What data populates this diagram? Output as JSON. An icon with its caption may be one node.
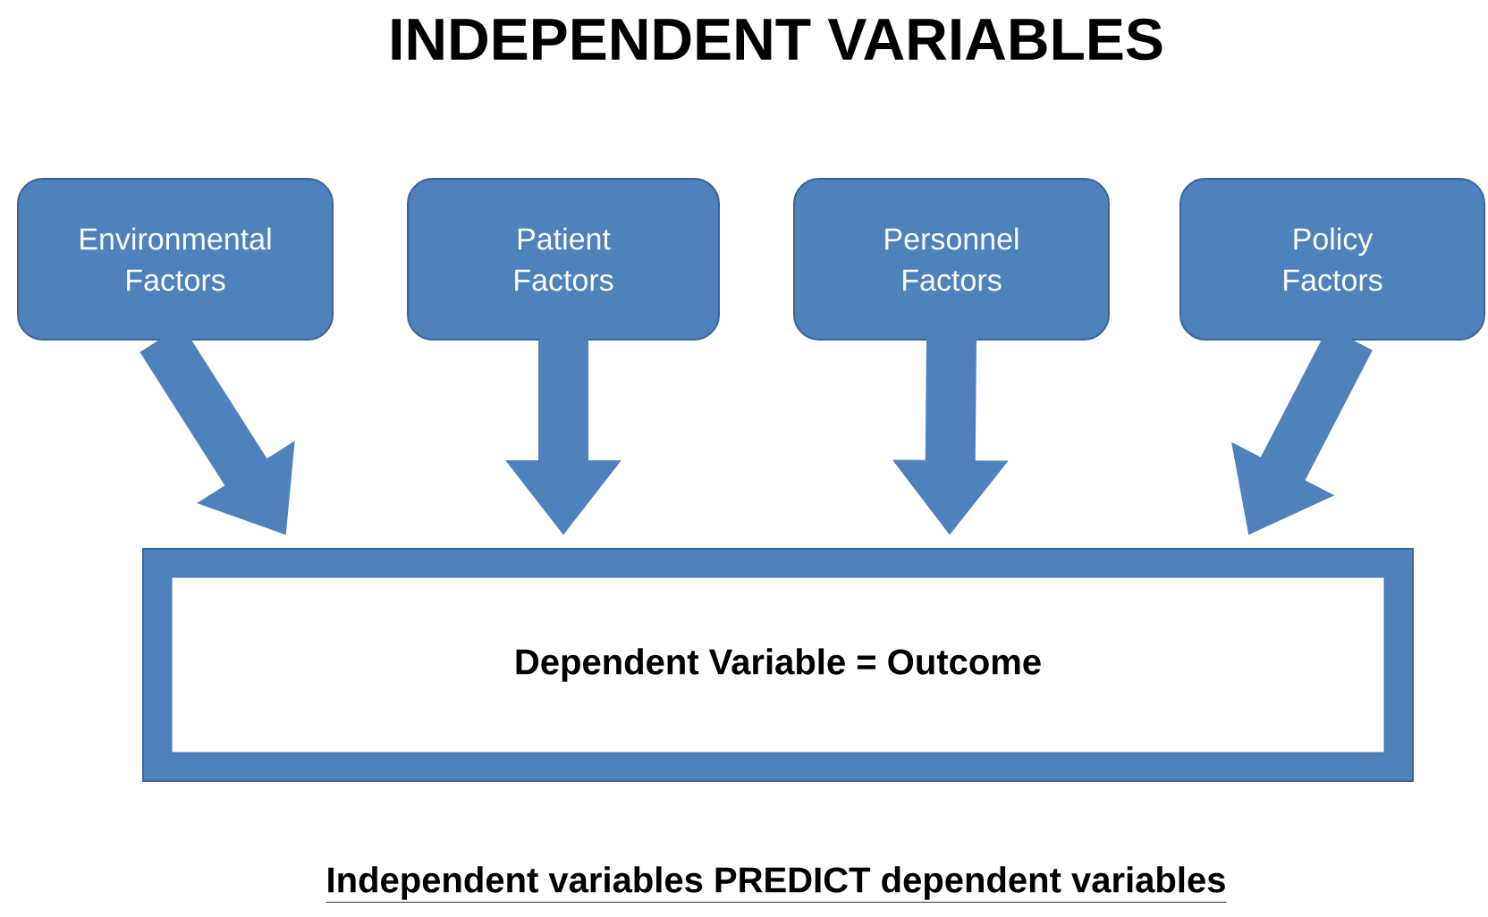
{
  "diagram": {
    "title": "INDEPENDENT VARIABLES",
    "nodes": [
      {
        "text": [
          "Environmental Factors"
        ]
      },
      {
        "text": [
          "Patient Factors"
        ]
      },
      {
        "text": [
          "Personnel Factors"
        ]
      },
      {
        "text": [
          "Policy Factors"
        ]
      },
      {
        "text": [
          "Dependent Variable = Outcome"
        ]
      }
    ],
    "edges": [
      {
        "from": 0,
        "to": 4,
        "arrow": "to"
      },
      {
        "from": 1,
        "to": 4,
        "arrow": "to"
      },
      {
        "from": 2,
        "to": 4,
        "arrow": "to"
      },
      {
        "from": 3,
        "to": 4,
        "arrow": "to"
      }
    ],
    "caption": "Independent variables PREDICT dependent variables"
  }
}
